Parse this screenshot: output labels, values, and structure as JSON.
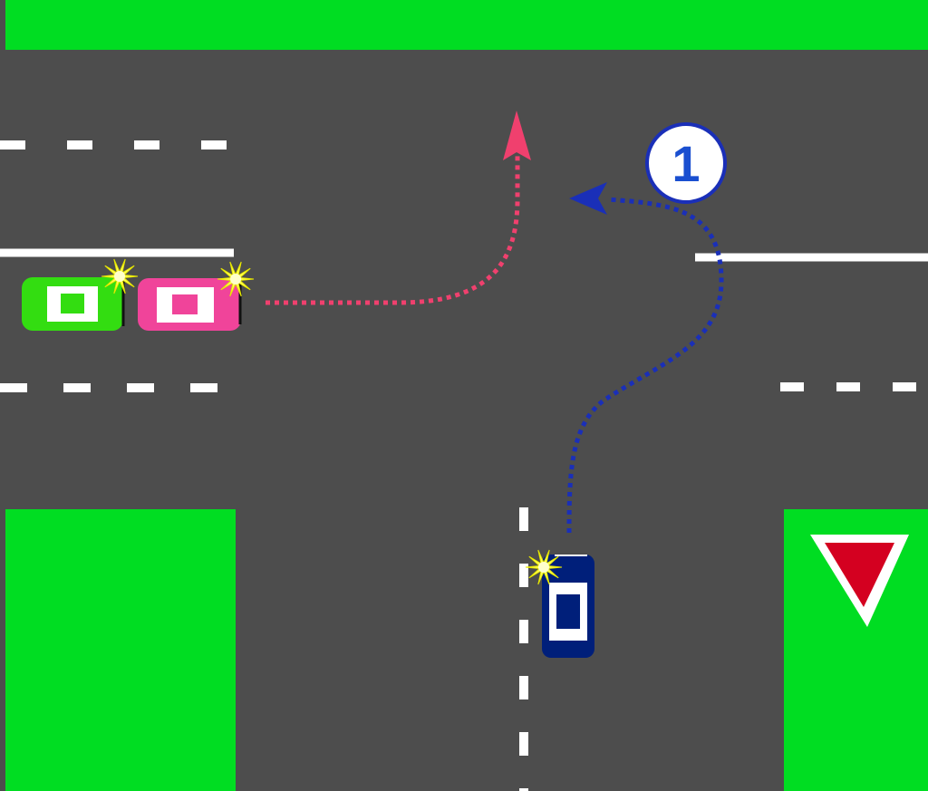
{
  "scene": {
    "colors": {
      "grass": "#00dd22",
      "asphalt": "#4d4d4d",
      "marking": "#ffffff",
      "yield_sign_red": "#d40020",
      "car_green": "#33dd11",
      "car_pink": "#f0449a",
      "car_blue": "#001f7a",
      "path_pink": "#f0406e",
      "path_blue": "#1a2fb8",
      "marker_stroke": "#1a2fb8",
      "marker_text": "#1a4fd0",
      "blinker": "#ffff55"
    },
    "marker": {
      "label": "1"
    },
    "sign": {
      "icon": "yield-sign-icon"
    },
    "vehicles": [
      {
        "id": "green-car",
        "color": "green",
        "turn_signal": "left"
      },
      {
        "id": "pink-car",
        "color": "pink",
        "turn_signal": "left"
      },
      {
        "id": "blue-car",
        "color": "blue",
        "turn_signal": "left"
      }
    ],
    "paths": [
      {
        "id": "pink-car-path",
        "color": "pink",
        "maneuver": "left-turn"
      },
      {
        "id": "blue-car-path",
        "color": "blue",
        "maneuver": "left-turn"
      }
    ]
  }
}
